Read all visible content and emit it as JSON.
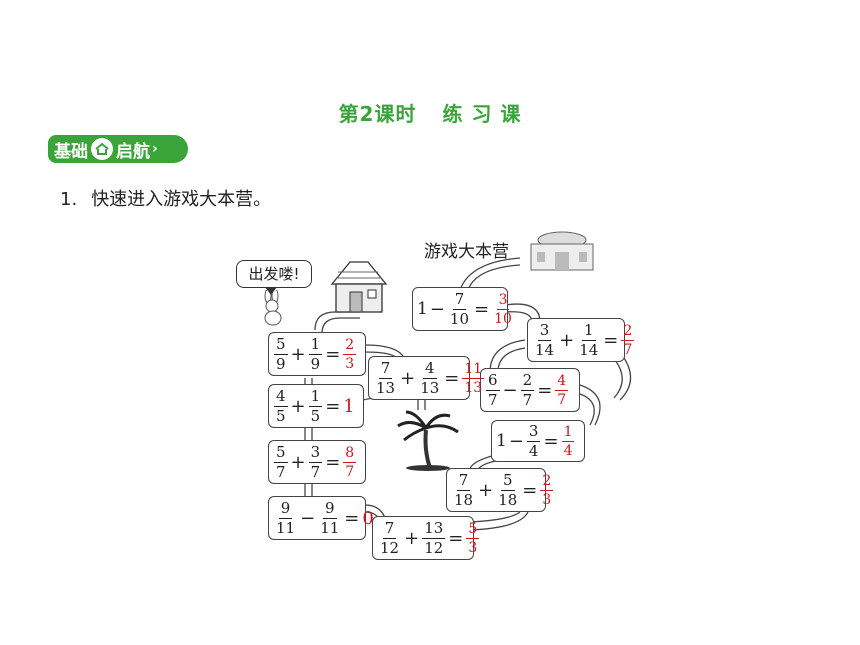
{
  "lesson_title": {
    "part1": "第2课时",
    "part2": "练 习 课"
  },
  "badge": {
    "left": "基础",
    "right": "启航"
  },
  "question": {
    "number": "1.",
    "text": "快速进入游戏大本营。"
  },
  "map": {
    "destination_label": "游戏大本营",
    "start_bubble": "出发喽!",
    "boxes": [
      {
        "a": "1",
        "op": "−",
        "b_n": "7",
        "b_d": "10",
        "ans_n": "3",
        "ans_d": "10"
      },
      {
        "a_n": "3",
        "a_d": "14",
        "op": "+",
        "b_n": "1",
        "b_d": "14",
        "ans_n": "2",
        "ans_d": "7"
      },
      {
        "a_n": "6",
        "a_d": "7",
        "op": "−",
        "b_n": "2",
        "b_d": "7",
        "ans_n": "4",
        "ans_d": "7"
      },
      {
        "a": "1",
        "op": "−",
        "b_n": "3",
        "b_d": "4",
        "ans_n": "1",
        "ans_d": "4"
      },
      {
        "a_n": "7",
        "a_d": "18",
        "op": "+",
        "b_n": "5",
        "b_d": "18",
        "ans_n": "2",
        "ans_d": "3"
      },
      {
        "a_n": "7",
        "a_d": "12",
        "op": "+",
        "b_n": "13",
        "b_d": "12",
        "ans_n": "5",
        "ans_d": "3"
      },
      {
        "a_n": "5",
        "a_d": "9",
        "op": "+",
        "b_n": "1",
        "b_d": "9",
        "ans_n": "2",
        "ans_d": "3"
      },
      {
        "a_n": "7",
        "a_d": "13",
        "op": "+",
        "b_n": "4",
        "b_d": "13",
        "ans_n": "11",
        "ans_d": "13"
      },
      {
        "a_n": "4",
        "a_d": "5",
        "op": "+",
        "b_n": "1",
        "b_d": "5",
        "ans": "1"
      },
      {
        "a_n": "5",
        "a_d": "7",
        "op": "+",
        "b_n": "3",
        "b_d": "7",
        "ans_n": "8",
        "ans_d": "7"
      },
      {
        "a_n": "9",
        "a_d": "11",
        "op": "−",
        "b_n": "9",
        "b_d": "11",
        "ans": "0"
      }
    ],
    "equals": "=",
    "icons": [
      "house-icon",
      "castle-icon",
      "rabbit-icon",
      "palm-tree-icon"
    ]
  },
  "colors": {
    "accent_green": "#3aa43a",
    "answer_red": "#d0161c"
  }
}
